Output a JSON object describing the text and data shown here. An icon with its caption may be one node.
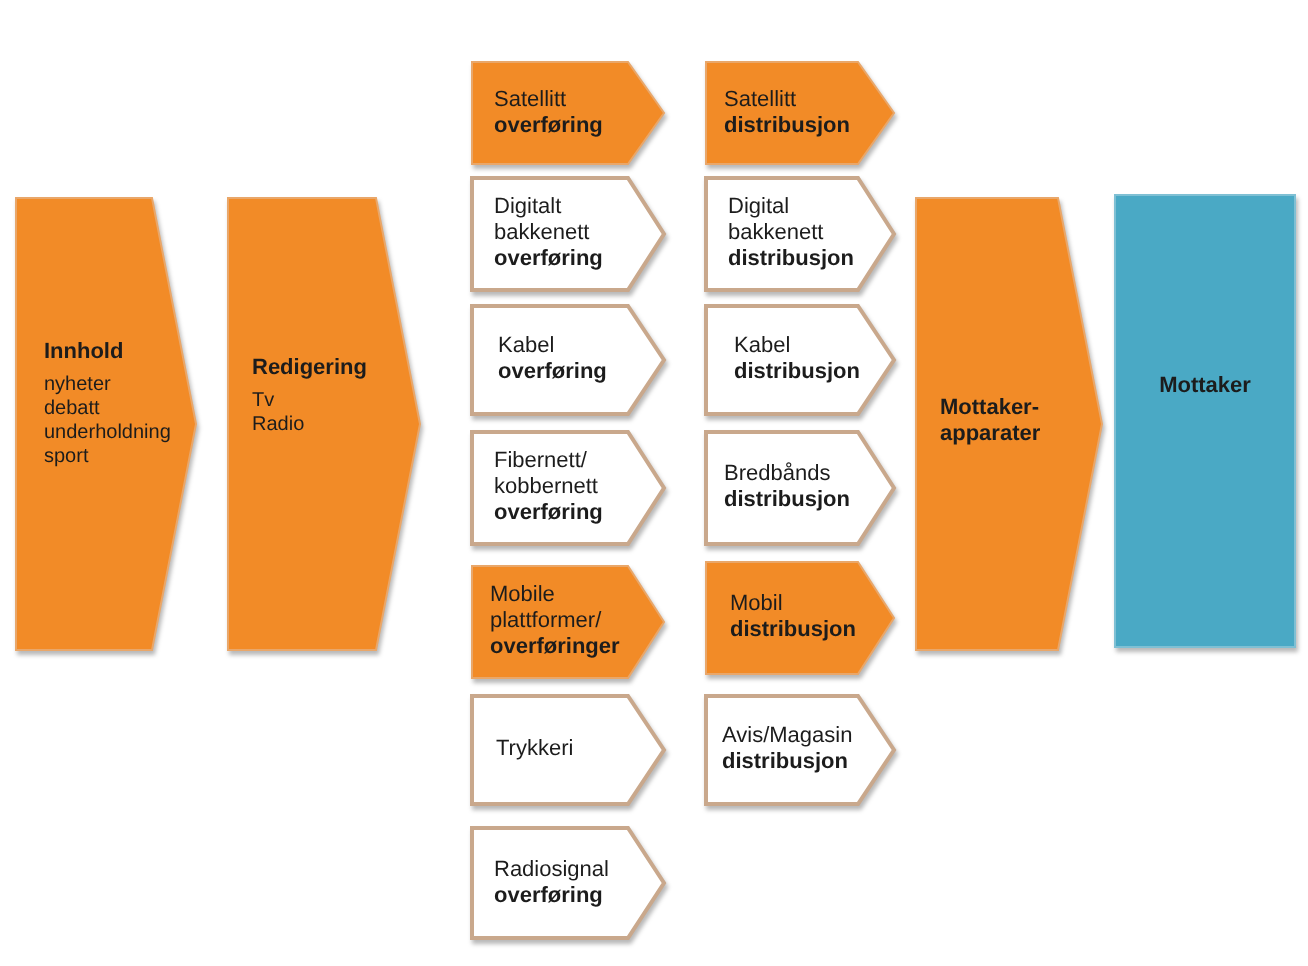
{
  "diagram": {
    "nodes": [
      {
        "text": [
          "Innhold",
          "nyheter",
          "debatt",
          "underholdning",
          "sport"
        ]
      },
      {
        "text": [
          "Redigering",
          "Tv",
          "Radio"
        ]
      },
      {
        "text": [
          "Satellitt **overføring**"
        ]
      },
      {
        "text": [
          "Digitalt bakkenett **overføring**"
        ]
      },
      {
        "text": [
          "Kabel **overføring**"
        ]
      },
      {
        "text": [
          "Fibernett/ kobbernett **overføring**"
        ]
      },
      {
        "text": [
          "Mobile plattformer/ **overføringer**"
        ]
      },
      {
        "text": [
          "Trykkeri"
        ]
      },
      {
        "text": [
          "Radiosignal **overføring**"
        ]
      },
      {
        "text": [
          "Satellitt **distribusjon**"
        ]
      },
      {
        "text": [
          "Digital bakkenett **distribusjon**"
        ]
      },
      {
        "text": [
          "Kabel **distribusjon**"
        ]
      },
      {
        "text": [
          "Bredbånds **distribusjon**"
        ]
      },
      {
        "text": [
          "Mobil **distribusjon**"
        ]
      },
      {
        "text": [
          "Avis/Magasin **distribusjon**"
        ]
      },
      {
        "text": [
          "Mottaker- apparater"
        ]
      },
      {
        "text": [
          "Mottaker"
        ]
      }
    ]
  }
}
